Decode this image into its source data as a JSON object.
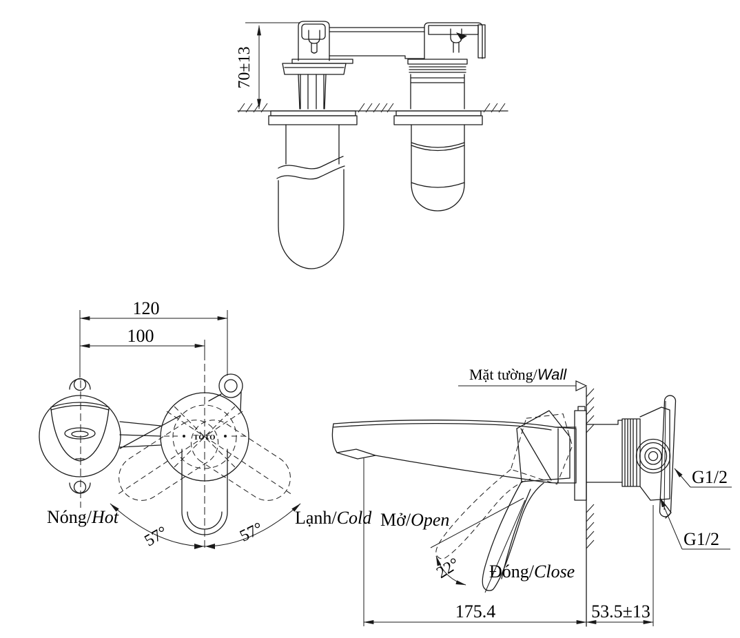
{
  "drawing": {
    "brand_logo": "TOTO",
    "colors": {
      "line": "#1a1a1a",
      "background": "#ffffff"
    },
    "top_view": {
      "dim_height": "70±13"
    },
    "front_view": {
      "dim_outer": "120",
      "dim_inner": "100",
      "angle_hot": "57°",
      "angle_cold": "57°",
      "hot": {
        "vi": "Nóng/",
        "en": "Hot"
      },
      "cold": {
        "vi": "Lạnh/",
        "en": "Cold"
      }
    },
    "side_view": {
      "wall": {
        "vi": "Mặt tường/",
        "en": "Wall"
      },
      "open": {
        "vi": "Mở/",
        "en": "Open"
      },
      "close": {
        "vi": "Đóng/",
        "en": "Close"
      },
      "angle_open": "22°",
      "dim_length": "175.4",
      "dim_depth": "53.5±13",
      "thread_upper": "G1/2",
      "thread_lower": "G1/2"
    }
  }
}
